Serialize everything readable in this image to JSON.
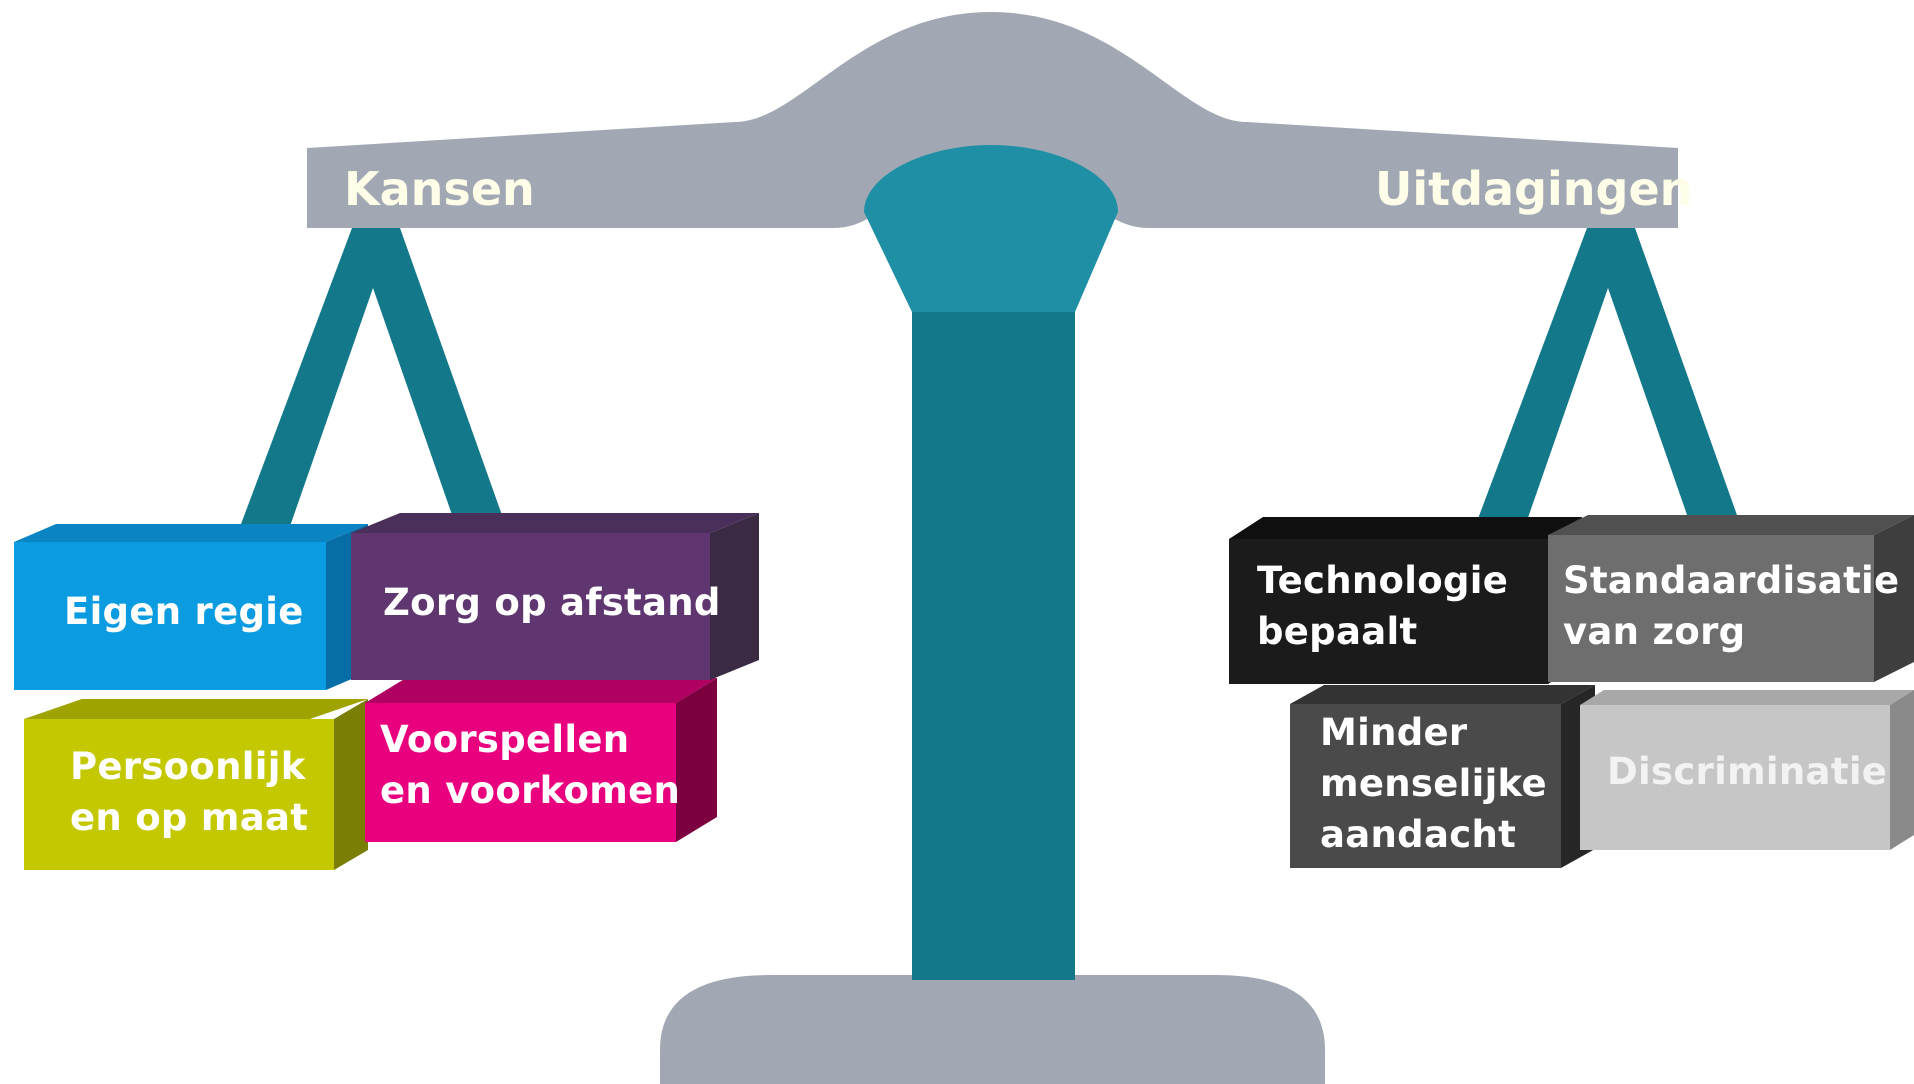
{
  "scale": {
    "left_label": "Kansen",
    "right_label": "Uitdagingen",
    "colors": {
      "beam": "#a2a8b3",
      "pillar": "#13788a",
      "pillar_head": "#1e8fa5",
      "label_text": "#fdfde8"
    }
  },
  "kansen": {
    "blocks": [
      {
        "label": "Eigen regie",
        "color": "#0b9be0",
        "side_color": "#076da6",
        "top_color": "#0b84c4"
      },
      {
        "label": "Zorg op afstand",
        "color": "#5f3670",
        "side_color": "#3b2a44",
        "top_color": "#4a2f5a"
      },
      {
        "label": "Persoonlijk\nen op maat",
        "color": "#c4c800",
        "side_color": "#7b7e04",
        "top_color": "#9fa300"
      },
      {
        "label": "Voorspellen\nen voorkomen",
        "color": "#e8007e",
        "side_color": "#7c0040",
        "top_color": "#b00062"
      }
    ]
  },
  "uitdagingen": {
    "blocks": [
      {
        "label": "Technologie\nbepaalt",
        "color": "#1b1b1b",
        "side_color": "#0a0a0a",
        "top_color": "#0f0f0f"
      },
      {
        "label": "Standaardisatie\nvan zorg",
        "color": "#6e6e6e",
        "side_color": "#3e3e3e",
        "top_color": "#505050"
      },
      {
        "label": "Minder\nmenselijke\naandacht",
        "color": "#4a4a4a",
        "side_color": "#262626",
        "top_color": "#333333"
      },
      {
        "label": "Discriminatie",
        "color": "#c6c6c6",
        "side_color": "#8a8a8a",
        "top_color": "#a8a8a8"
      }
    ]
  }
}
